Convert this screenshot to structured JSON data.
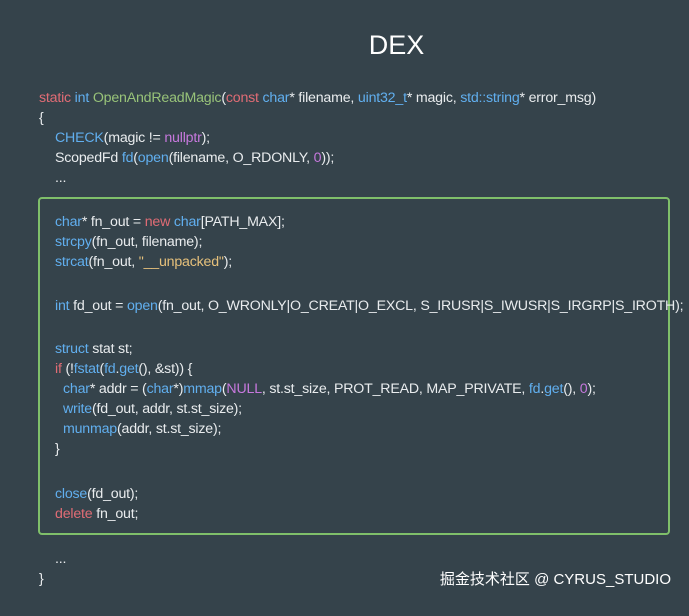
{
  "title": "DEX",
  "watermark": "掘金技术社区 @ CYRUS_STUDIO",
  "code_lines": [
    "static int OpenAndReadMagic(const char* filename, uint32_t* magic, std::string* error_msg)",
    "{",
    "  CHECK(magic != nullptr);",
    "  ScopedFd fd(open(filename, O_RDONLY, 0));",
    "  ...",
    "  char* fn_out = new char[PATH_MAX];",
    "  strcpy(fn_out, filename);",
    "  strcat(fn_out, \"__unpacked\");",
    "  int fd_out = open(fn_out, O_WRONLY|O_CREAT|O_EXCL, S_IRUSR|S_IWUSR|S_IRGRP|S_IROTH);",
    "  struct stat st;",
    "  if (!fstat(fd.get(), &st)) {",
    "    char* addr = (char*)mmap(NULL, st.st_size, PROT_READ, MAP_PRIVATE, fd.get(), 0);",
    "    write(fd_out, addr, st.st_size);",
    "    munmap(addr, st.st_size);",
    "  }",
    "  close(fd_out);",
    "  delete fn_out;",
    "  ...",
    "}"
  ],
  "colors": {
    "background": "#35434b",
    "keyword": "#e06c75",
    "type": "#61afef",
    "function": "#98c379",
    "string": "#e5c07b",
    "number": "#c678dd",
    "highlight_border": "#7fbf6a"
  }
}
